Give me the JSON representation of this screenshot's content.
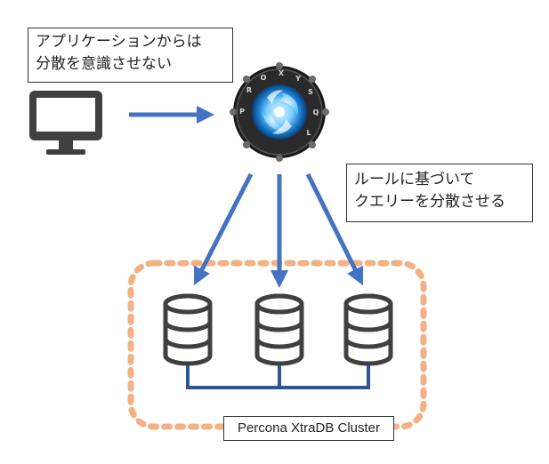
{
  "callouts": {
    "app_transparency": {
      "line1": "アプリケーションからは",
      "line2": "分散を意識させない"
    },
    "rule_distribution": {
      "line1": "ルールに基づいて",
      "line2": "クエリーを分散させる"
    }
  },
  "cluster": {
    "label": "Percona XtraDB Cluster"
  },
  "proxy_logo": {
    "ring_letters": [
      "P",
      "R",
      "O",
      "X",
      "Y",
      "S",
      "Q",
      "L"
    ]
  },
  "colors": {
    "arrow": "#4472c4",
    "cluster_border": "#f4b183",
    "icon": "#404040",
    "db_connector": "#2f5597"
  },
  "icons": [
    "monitor-icon",
    "proxysql-logo-icon",
    "database-icon"
  ]
}
